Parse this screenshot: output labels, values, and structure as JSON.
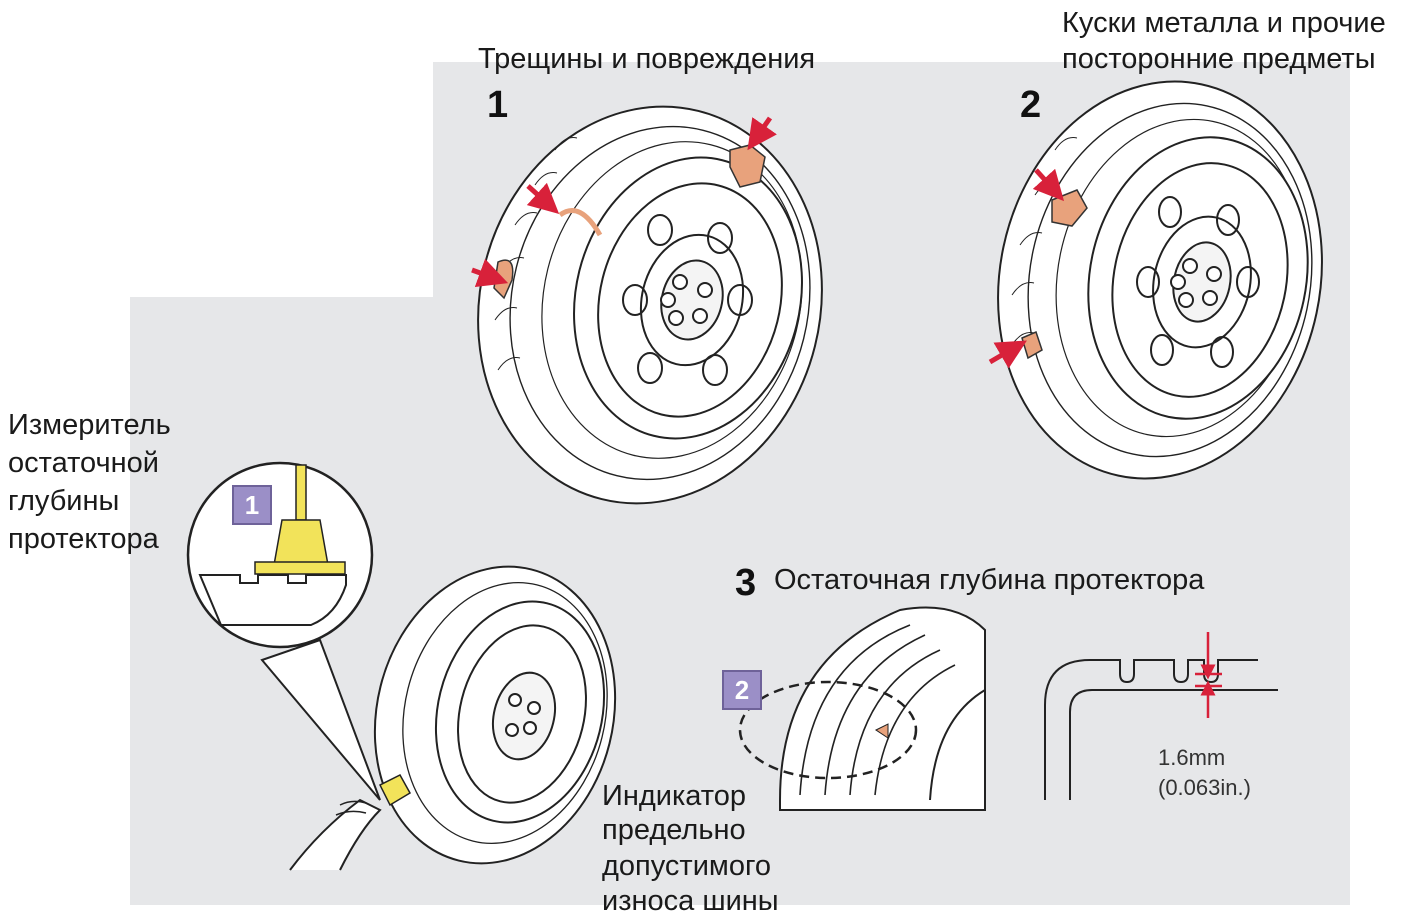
{
  "labels": {
    "cracks": "Трещины и повреждения",
    "metal_line1": "Куски металла и прочие",
    "metal_line2": "посторонние предметы",
    "gauge_line1": "Измеритель",
    "gauge_line2": "остаточной",
    "gauge_line3": "глубины",
    "gauge_line4": "протектора",
    "tread_depth": "Остаточная глубина протектора",
    "indicator_line1": "Индикатор",
    "indicator_line2": "предельно",
    "indicator_line3": "допустимого",
    "indicator_line4": "износа шины"
  },
  "steps": {
    "one": "1",
    "two": "2",
    "three": "3"
  },
  "badges": {
    "one": "1",
    "two": "2"
  },
  "measurement": {
    "mm": "1.6mm",
    "inch": "(0.063in.)"
  },
  "colors": {
    "panel": "#e6e7e9",
    "arrow": "#d8213a",
    "gauge": "#f2e35a",
    "damage": "#e8a27c",
    "badge": "#9b8fc7"
  }
}
